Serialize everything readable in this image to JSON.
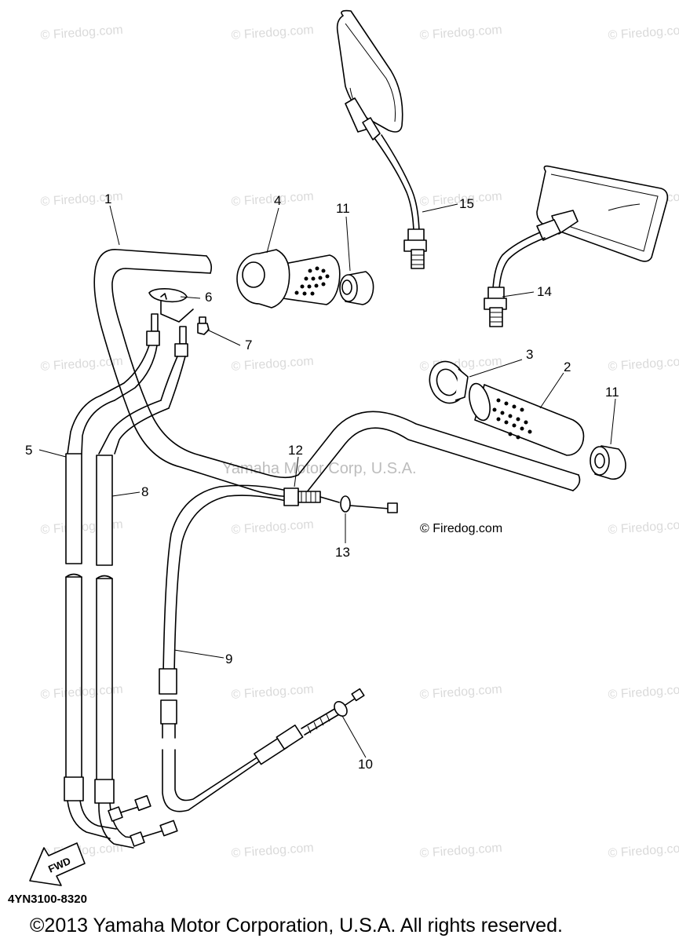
{
  "watermark": {
    "text": "© Firedog.com",
    "center_text": "Yamaha Motor Corp, U.S.A."
  },
  "callouts": {
    "c1": "1",
    "c2": "2",
    "c3": "3",
    "c4": "4",
    "c5": "5",
    "c6": "6",
    "c7": "7",
    "c8": "8",
    "c9": "9",
    "c10": "10",
    "c11a": "11",
    "c11b": "11",
    "c12": "12",
    "c13": "13",
    "c14": "14",
    "c15": "15"
  },
  "fwd_label": "FWD",
  "part_number": "4YN3100-8320",
  "copyright": "©2013 Yamaha Motor Corporation, U.S.A. All rights reserved.",
  "colors": {
    "line": "#000000",
    "watermark": "#dadada",
    "background": "#ffffff"
  }
}
